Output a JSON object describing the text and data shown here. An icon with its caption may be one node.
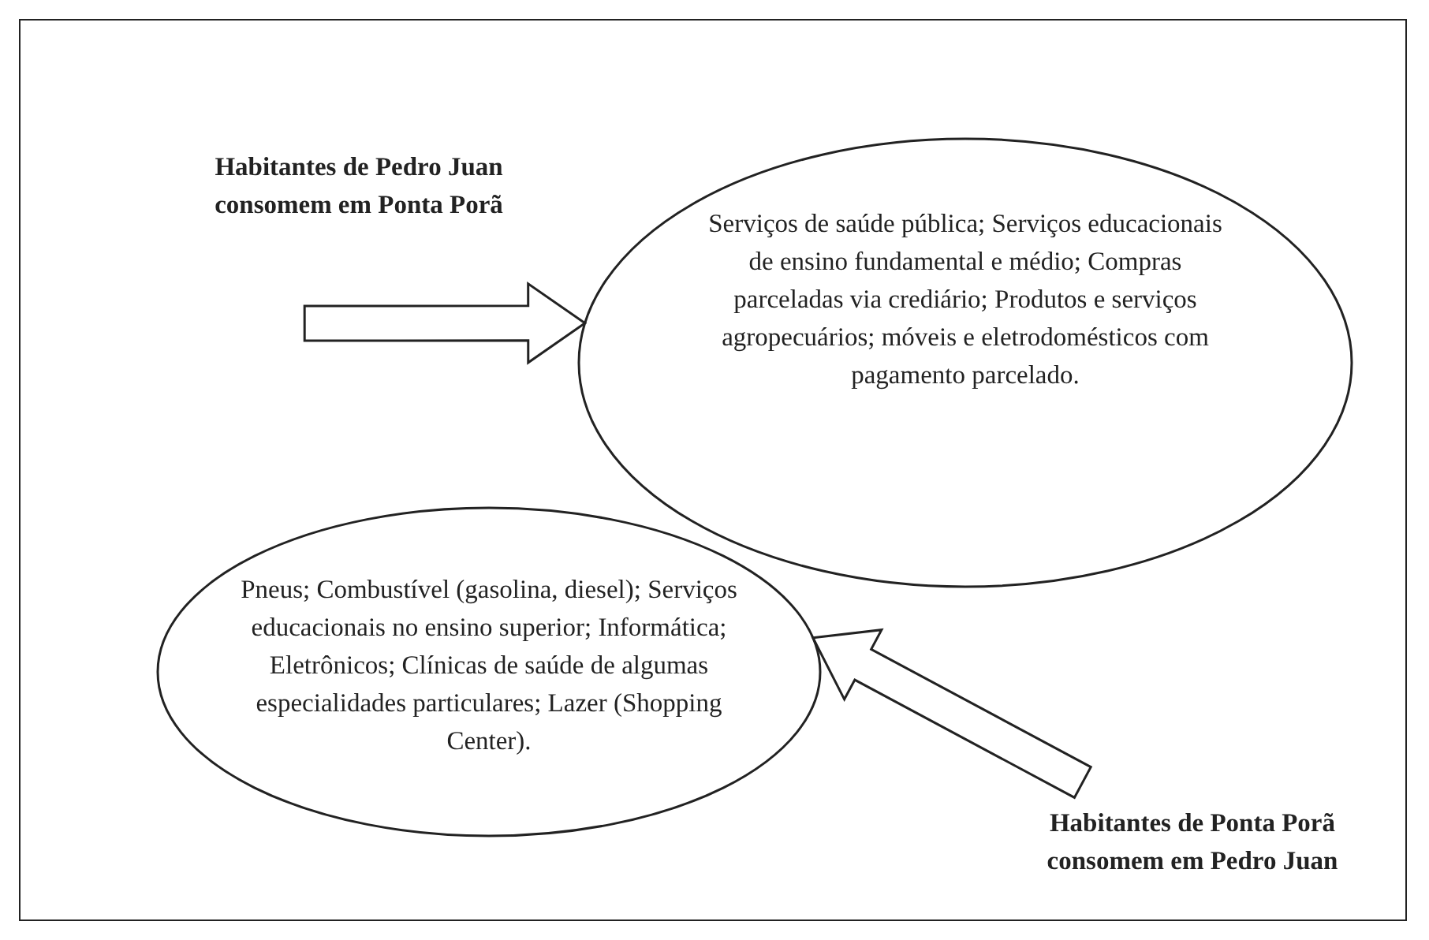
{
  "diagram": {
    "nodes": [
      {
        "text": [
          "Habitantes de Pedro Juan consomem em Ponta Porã"
        ]
      },
      {
        "text": [
          "Serviços de saúde pública; Serviços educacionais de ensino fundamental e médio; Compras parceladas via crediário; Produtos e serviços agropecuários; móveis e eletrodomésticos com pagamento parcelado."
        ]
      },
      {
        "text": [
          "Pneus; Combustível (gasolina, diesel); Serviços educacionais no ensino superior; Informática; Eletrônicos; Clínicas de saúde de algumas especialidades particulares; Lazer (Shopping Center)."
        ]
      },
      {
        "text": [
          "Habitantes de Ponta Porã consomem em Pedro Juan"
        ]
      }
    ],
    "edges": [
      {
        "from": 0,
        "to": 1,
        "arrow": "to"
      },
      {
        "from": 3,
        "to": 2,
        "arrow": "to"
      }
    ]
  }
}
